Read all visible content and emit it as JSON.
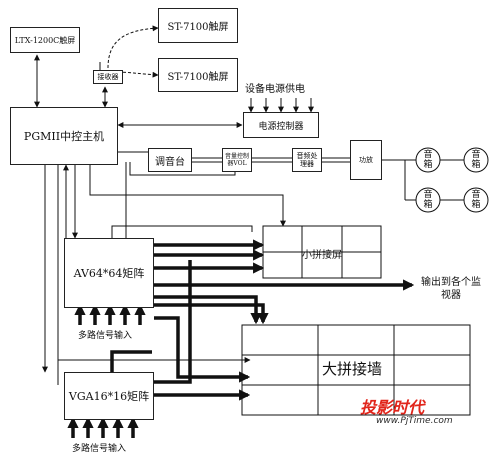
{
  "nodes": {
    "ltx": "LTX-1200C触屏",
    "st_top": "ST-7100触屏",
    "receiver": "接收器",
    "st_bottom": "ST-7100触屏",
    "power_label": "设备电源供电",
    "power_controller": "电源控制器",
    "host": "PGMII中控主机",
    "mixer": "调音台",
    "volume": "音量控制器VOL",
    "processor": "音频处理器",
    "amplifier": "功放",
    "speakers": [
      "音箱",
      "音箱",
      "音箱",
      "音箱"
    ],
    "av_matrix": "AV64*64矩阵",
    "vga_matrix": "VGA16*16矩阵",
    "small_wall": "小拼接屏",
    "big_wall": "大拼接墙",
    "monitor_out": "输出到各个监视器",
    "signal_in": "多路信号输入"
  },
  "watermark": {
    "brand": "投影时代",
    "url": "www.PjTime.com"
  },
  "colors": {
    "line": "#111111",
    "watermark_red": "#e1251b"
  }
}
